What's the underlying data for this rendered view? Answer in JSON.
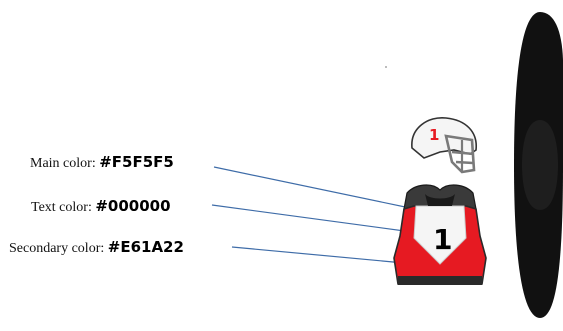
{
  "labels": {
    "main": {
      "caption": "Main color:",
      "value": "#F5F5F5"
    },
    "text": {
      "caption": "Text color:",
      "value": "#000000"
    },
    "secondary": {
      "caption": "Secondary color:",
      "value": "#E61A22"
    }
  },
  "jersey": {
    "number": "1",
    "main_color": "#F5F5F5",
    "text_color": "#000000",
    "secondary_color": "#E61A22"
  },
  "helmet": {
    "number": "1",
    "number_color": "#E61A22"
  },
  "icons": [
    "helmet-icon",
    "jersey-icon",
    "side-handle-icon"
  ],
  "colors": {
    "leader_line": "#3E6CA8",
    "handle": "#111111"
  }
}
